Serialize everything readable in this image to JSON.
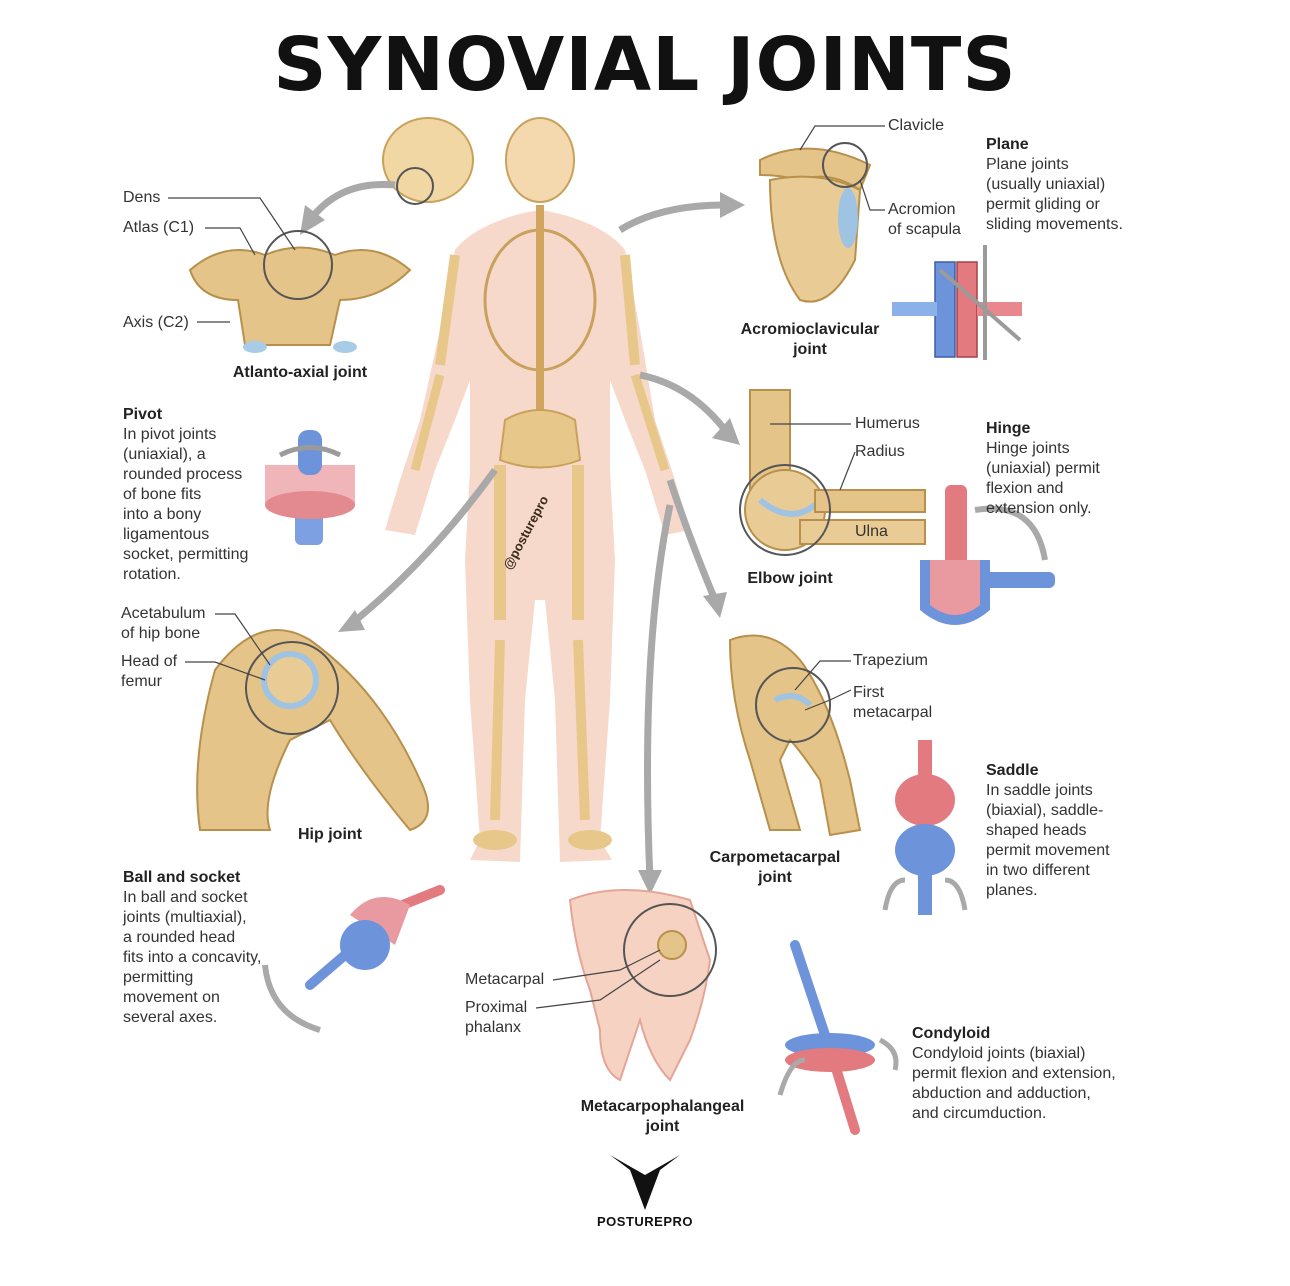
{
  "title": "SYNOVIAL JOINTS",
  "watermark": "@posturepro",
  "brand": "POSTUREPRO",
  "labels": {
    "dens": "Dens",
    "atlas": "Atlas (C1)",
    "axis": "Axis (C2)",
    "clavicle": "Clavicle",
    "acromion": "Acromion\nof scapula",
    "humerus": "Humerus",
    "radius": "Radius",
    "ulna": "Ulna",
    "acetabulum": "Acetabulum\nof hip bone",
    "head_femur": "Head of\nfemur",
    "trapezium": "Trapezium",
    "first_metacarpal": "First\nmetacarpal",
    "metacarpal": "Metacarpal",
    "proximal_phalanx": "Proximal\nphalanx"
  },
  "captions": {
    "atlanto_axial": "Atlanto-axial joint",
    "acromioclavicular": "Acromioclavicular\njoint",
    "elbow": "Elbow joint",
    "hip": "Hip joint",
    "carpometacarpal": "Carpometacarpal\njoint",
    "metacarpophalangeal": "Metacarpophalangeal\njoint"
  },
  "joint_types": {
    "plane": {
      "heading": "Plane",
      "text": "Plane joints\n(usually uniaxial)\npermit gliding or\nsliding movements."
    },
    "pivot": {
      "heading": "Pivot",
      "text": "In pivot joints\n(uniaxial), a\nrounded process\nof bone fits\ninto a bony\nligamentous\nsocket, permitting\nrotation."
    },
    "hinge": {
      "heading": "Hinge",
      "text": "Hinge joints\n(uniaxial) permit\nflexion and\nextension only."
    },
    "saddle": {
      "heading": "Saddle",
      "text": "In saddle joints\n(biaxial), saddle-\nshaped heads\npermit movement\nin two different\nplanes."
    },
    "ball_socket": {
      "heading": "Ball and socket",
      "text": "In ball and socket\njoints (multiaxial),\na rounded head\nfits into a concavity,\npermitting\nmovement on\nseveral axes."
    },
    "condyloid": {
      "heading": "Condyloid",
      "text": "Condyloid joints (biaxial)\npermit flexion and extension,\nabduction and adduction,\nand circumduction."
    }
  },
  "colors": {
    "bone": "#e8c88a",
    "bone_dark": "#c9a15c",
    "skin": "#f6d2c2",
    "red": "#d9636a",
    "blue": "#5f86d6",
    "arrow": "#a9a9a9",
    "cartilage": "#a8cbe6"
  }
}
